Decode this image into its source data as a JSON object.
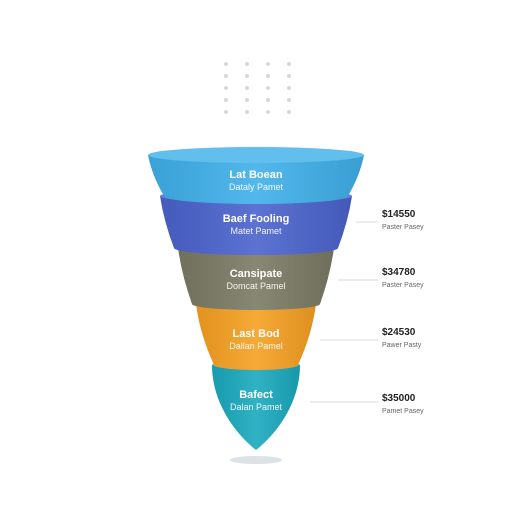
{
  "stages": [
    {
      "title": "Lat Boean",
      "subtitle": "Dataly Pamet",
      "color": "#3fb0ea",
      "value": "",
      "value_desc": ""
    },
    {
      "title": "Baef Fooling",
      "subtitle": "Matet Pamet",
      "color": "#4b63cd",
      "value": "$14550",
      "value_desc": "Paster Pasey"
    },
    {
      "title": "Cansipate",
      "subtitle": "Domcat Pamel",
      "color": "#7b7a64",
      "value": "$34780",
      "value_desc": "Paster Pasey"
    },
    {
      "title": "Last Bod",
      "subtitle": "Dallan Pamel",
      "color": "#f6a021",
      "value": "$24530",
      "value_desc": "Pawer Pasty"
    },
    {
      "title": "Bafect",
      "subtitle": "Dalan Pamet",
      "color": "#1aa9be",
      "value": "$35000",
      "value_desc": "Pamet Pasey"
    }
  ]
}
